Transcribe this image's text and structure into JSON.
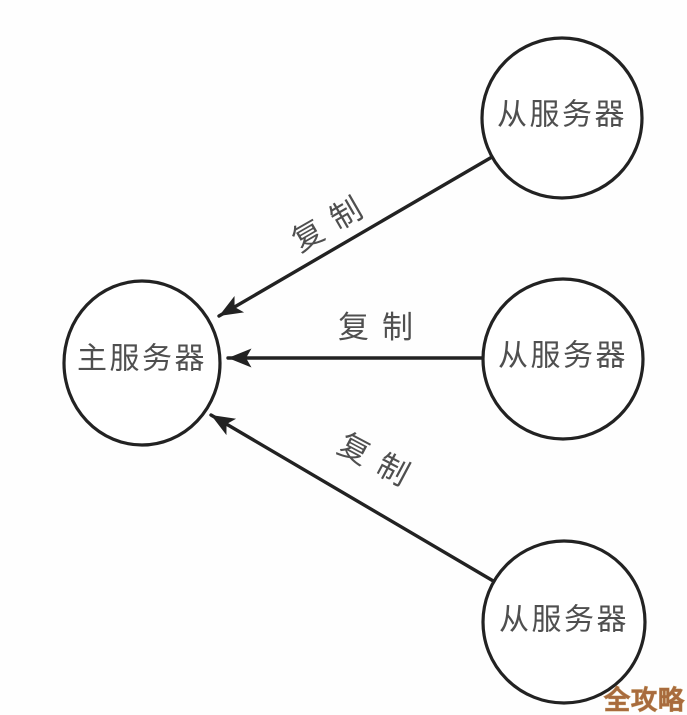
{
  "diagram": {
    "nodes": {
      "master": {
        "label": "主服务器"
      },
      "slave_top": {
        "label": "从服务器"
      },
      "slave_middle": {
        "label": "从服务器"
      },
      "slave_bottom": {
        "label": "从服务器"
      }
    },
    "edges": {
      "top": {
        "label": "复制"
      },
      "middle": {
        "label": "复制"
      },
      "bottom": {
        "label": "复制"
      }
    },
    "watermark": {
      "text": "全攻略"
    },
    "colors": {
      "line": "#222222",
      "label_text": "#4f4f4f",
      "background": "#fefefe",
      "watermark_fill": "#a86b3d",
      "watermark_outline": "#c9a06b"
    }
  }
}
